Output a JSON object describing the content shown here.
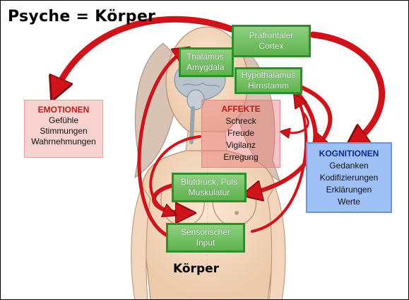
{
  "title": "Psyche = Körper",
  "body_label": "Körper",
  "green_boxes": {
    "praefrontaler": [
      "Präfrontaler",
      "Cortex"
    ],
    "thalamus": [
      "Thalamus",
      "Amygdala"
    ],
    "hypothalamus": [
      "Hypothalamus",
      "Hirnstamm"
    ],
    "blutdruck": [
      "Blutdruck, Puls",
      "Muskulatur"
    ],
    "sensorischer": [
      "Sensorischer",
      "Input"
    ]
  },
  "emotionen": {
    "heading": "EMOTIONEN",
    "items": [
      "Gefühle",
      "Stimmungen",
      "Wahrnehmungen"
    ]
  },
  "affekte": {
    "heading": "AFFEKTE",
    "items": [
      "Schreck",
      "Freude",
      "Vigilanz",
      "Erregung"
    ]
  },
  "kognitionen": {
    "heading": "KOGNITIONEN",
    "items": [
      "Gedanken",
      "Kodifizierungen",
      "Erklärungen",
      "Werte"
    ]
  },
  "colors": {
    "arrow_red": "#d0131a",
    "green_border": "#2f8e2a",
    "emotion_box": "#f8d2cf",
    "affekte_box": "#eb7878",
    "cognition_box": "#9ec0f4"
  }
}
